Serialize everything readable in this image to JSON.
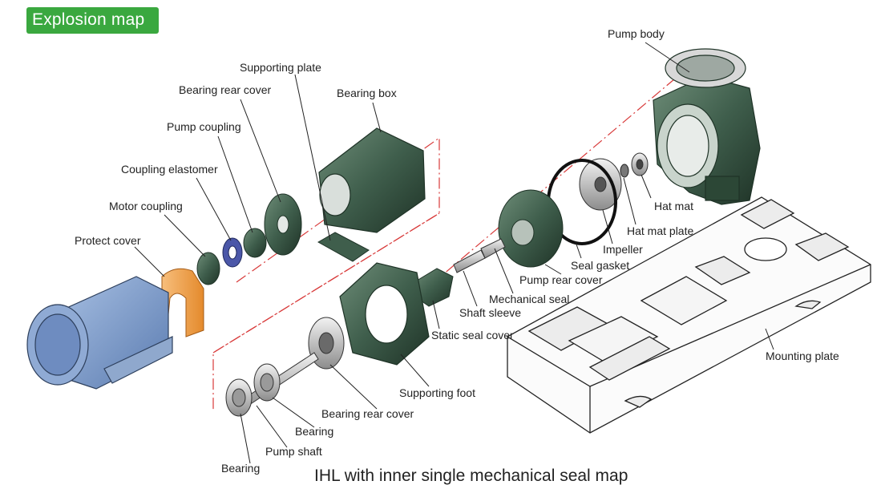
{
  "badge": {
    "text": "Explosion map",
    "color": "#3aa83f"
  },
  "caption": "IHL with inner single mechanical seal map",
  "colors": {
    "casing_green": "#3f5e4c",
    "casing_dark": "#23382c",
    "motor_blue": "#7d9cc9",
    "coupling_orange": "#f0a04a",
    "elastomer_blue": "#4b57a8",
    "center_line": "#d83a3a",
    "plate_outline": "#222222"
  },
  "labels": {
    "pump_body": "Pump body",
    "supporting_plate": "Supporting plate",
    "bearing_rear_cover_top": "Bearing rear cover",
    "bearing_box": "Bearing box",
    "pump_coupling": "Pump coupling",
    "coupling_elastomer": "Coupling elastomer",
    "motor_coupling": "Motor coupling",
    "protect_cover": "Protect cover",
    "hat_mat": "Hat mat",
    "hat_mat_plate": "Hat mat plate",
    "impeller": "Impeller",
    "seal_gasket": "Seal gasket",
    "pump_rear_cover": "Pump rear cover",
    "mechanical_seal": "Mechanical seal",
    "shaft_sleeve": "Shaft sleeve",
    "static_seal_cover": "Static seal cover",
    "mounting_plate": "Mounting plate",
    "supporting_foot": "Supporting foot",
    "bearing_rear_cover_bottom": "Bearing rear cover",
    "bearing_upper": "Bearing",
    "pump_shaft": "Pump shaft",
    "bearing_lower": "Bearing"
  }
}
